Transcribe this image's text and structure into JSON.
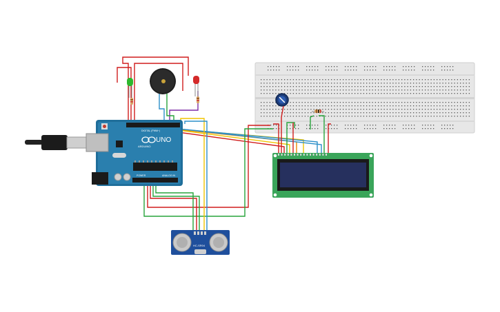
{
  "circuit": {
    "arduino": {
      "model_label": "UNO",
      "brand_label": "ARDUINO",
      "power_label": "POWER",
      "analog_label": "ANALOG IN",
      "digital_label": "DIGITAL (PWM~)"
    },
    "sensor": {
      "model_label": "HC-SR04"
    },
    "leds": {
      "left_color": "#2db82d",
      "right_color": "#d42a2a"
    },
    "lcd": {
      "screen_color": "#26305e",
      "board_color": "#3aa55a"
    }
  }
}
